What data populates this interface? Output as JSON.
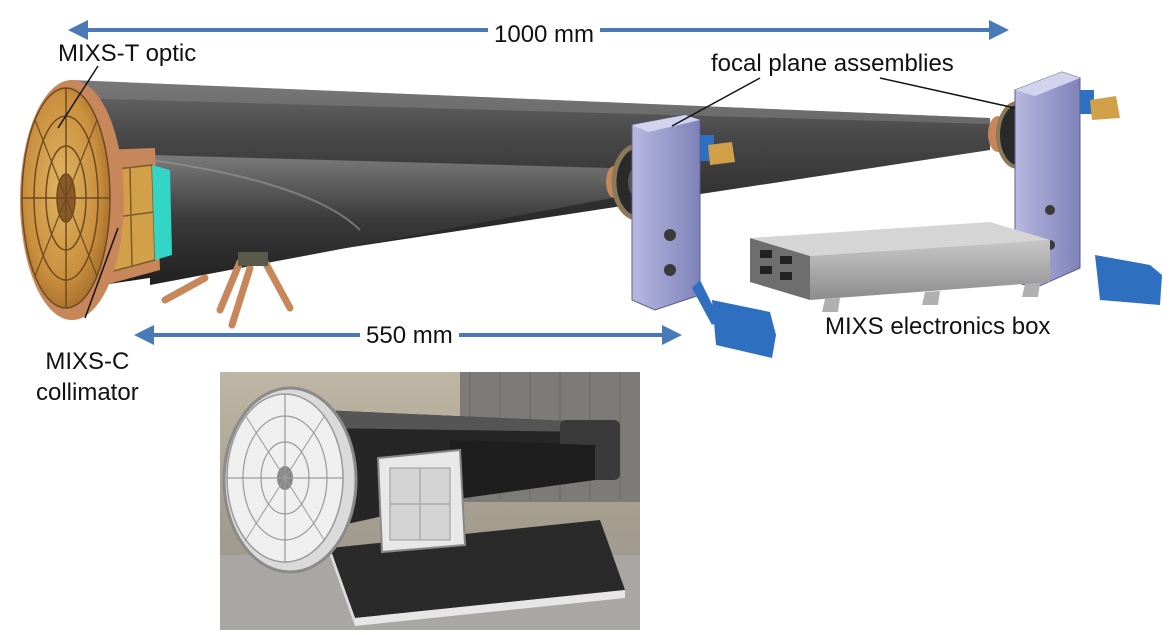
{
  "labels": {
    "mixs_t_optic": "MIXS-T  optic",
    "focal_plane": "focal plane assemblies",
    "mixs_c_line1": "MIXS-C",
    "mixs_c_line2": "collimator",
    "electronics_box": "MIXS electronics box"
  },
  "dimensions": {
    "overall_length": "1000 mm",
    "collimator_length": "550 mm"
  },
  "colors": {
    "arrow": "#4a79b8",
    "tube": "#3a3a3a",
    "bracket": "#8f93c6",
    "connector": "#2e6fbf",
    "copper": "#c8875a",
    "gold": "#d3a04a",
    "collimator_face": "#33d6c6",
    "electronics": "#9a9a9a"
  }
}
